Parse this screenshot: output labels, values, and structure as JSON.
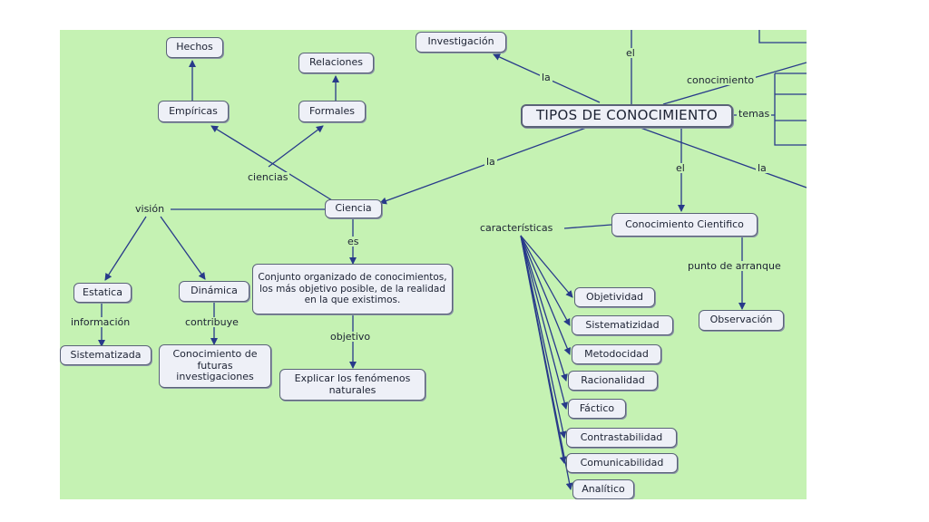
{
  "nodes": {
    "main": "TIPOS DE CONOCIMIENTO",
    "investigacion": "Investigación",
    "hechos": "Hechos",
    "relaciones": "Relaciones",
    "empiricas": "Empíricas",
    "formales": "Formales",
    "ciencia": "Ciencia",
    "estatica": "Estatica",
    "dinamica": "Dinámica",
    "sistematizada": "Sistematizada",
    "conocimiento_futuras": "Conocimiento de futuras investigaciones",
    "conjunto": "Conjunto organizado de conocimientos, los más objetivo posible, de la realidad en la que existimos.",
    "explicar": "Explicar los fenómenos naturales",
    "conocimiento_cientifico": "Conocimiento Cientifico",
    "observacion": "Observación",
    "objetividad": "Objetividad",
    "sistematizidad": "Sistematizidad",
    "metodocidad": "Metodocidad",
    "racionalidad": "Racionalidad",
    "factico": "Fáctico",
    "contrastabilidad": "Contrastabilidad",
    "comunicabilidad": "Comunicabilidad",
    "analitico": "Analítico"
  },
  "labels": {
    "el_top": "el",
    "la_left": "la",
    "conocimiento": "conocimiento",
    "temas": "temas",
    "la_mid": "la",
    "el_bottom": "el",
    "la_right": "la",
    "ciencias": "ciencias",
    "vision": "visión",
    "es": "es",
    "objetivo": "objetivo",
    "informacion": "información",
    "contribuye": "contribuye",
    "caracteristicas": "características",
    "punto_arranque": "punto de arranque"
  },
  "colors": {
    "background": "#c5f2b3",
    "node_fill": "#eef0f7",
    "node_border": "#5a6378",
    "connector": "#283a8a"
  }
}
